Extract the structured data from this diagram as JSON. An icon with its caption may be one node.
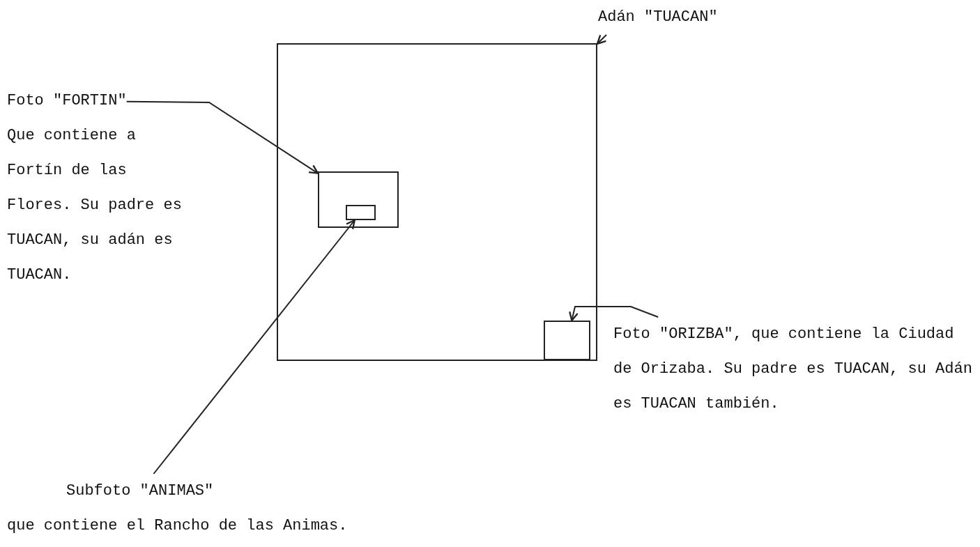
{
  "diagram": {
    "nodes": [
      {
        "text": [
          "Adán \"TUACAN\""
        ]
      },
      {
        "text": [],
        "shape": "box"
      },
      {
        "text": [],
        "shape": "box",
        "in": 1
      },
      {
        "text": [],
        "shape": "box",
        "in": 2
      },
      {
        "text": [],
        "shape": "box",
        "in": 1
      },
      {
        "text": [
          "Foto \"FORTIN\"",
          "Que contiene a Fortín de las Flores. Su padre es TUACAN, su adán es TUACAN."
        ]
      },
      {
        "text": [
          "Subfoto \"ANIMAS\"",
          "que contiene el Rancho de las Animas."
        ]
      },
      {
        "text": [
          "Foto \"ORIZBA\", que contiene la Ciudad de Orizaba. Su padre es TUACAN, su Adán es TUACAN también."
        ]
      }
    ],
    "edges": [
      {
        "from": 0,
        "to": 1,
        "arrow": "to"
      },
      {
        "from": 5,
        "to": 2,
        "arrow": "to"
      },
      {
        "from": 6,
        "to": 3,
        "arrow": "to"
      },
      {
        "from": 7,
        "to": 4,
        "arrow": "to"
      }
    ]
  }
}
